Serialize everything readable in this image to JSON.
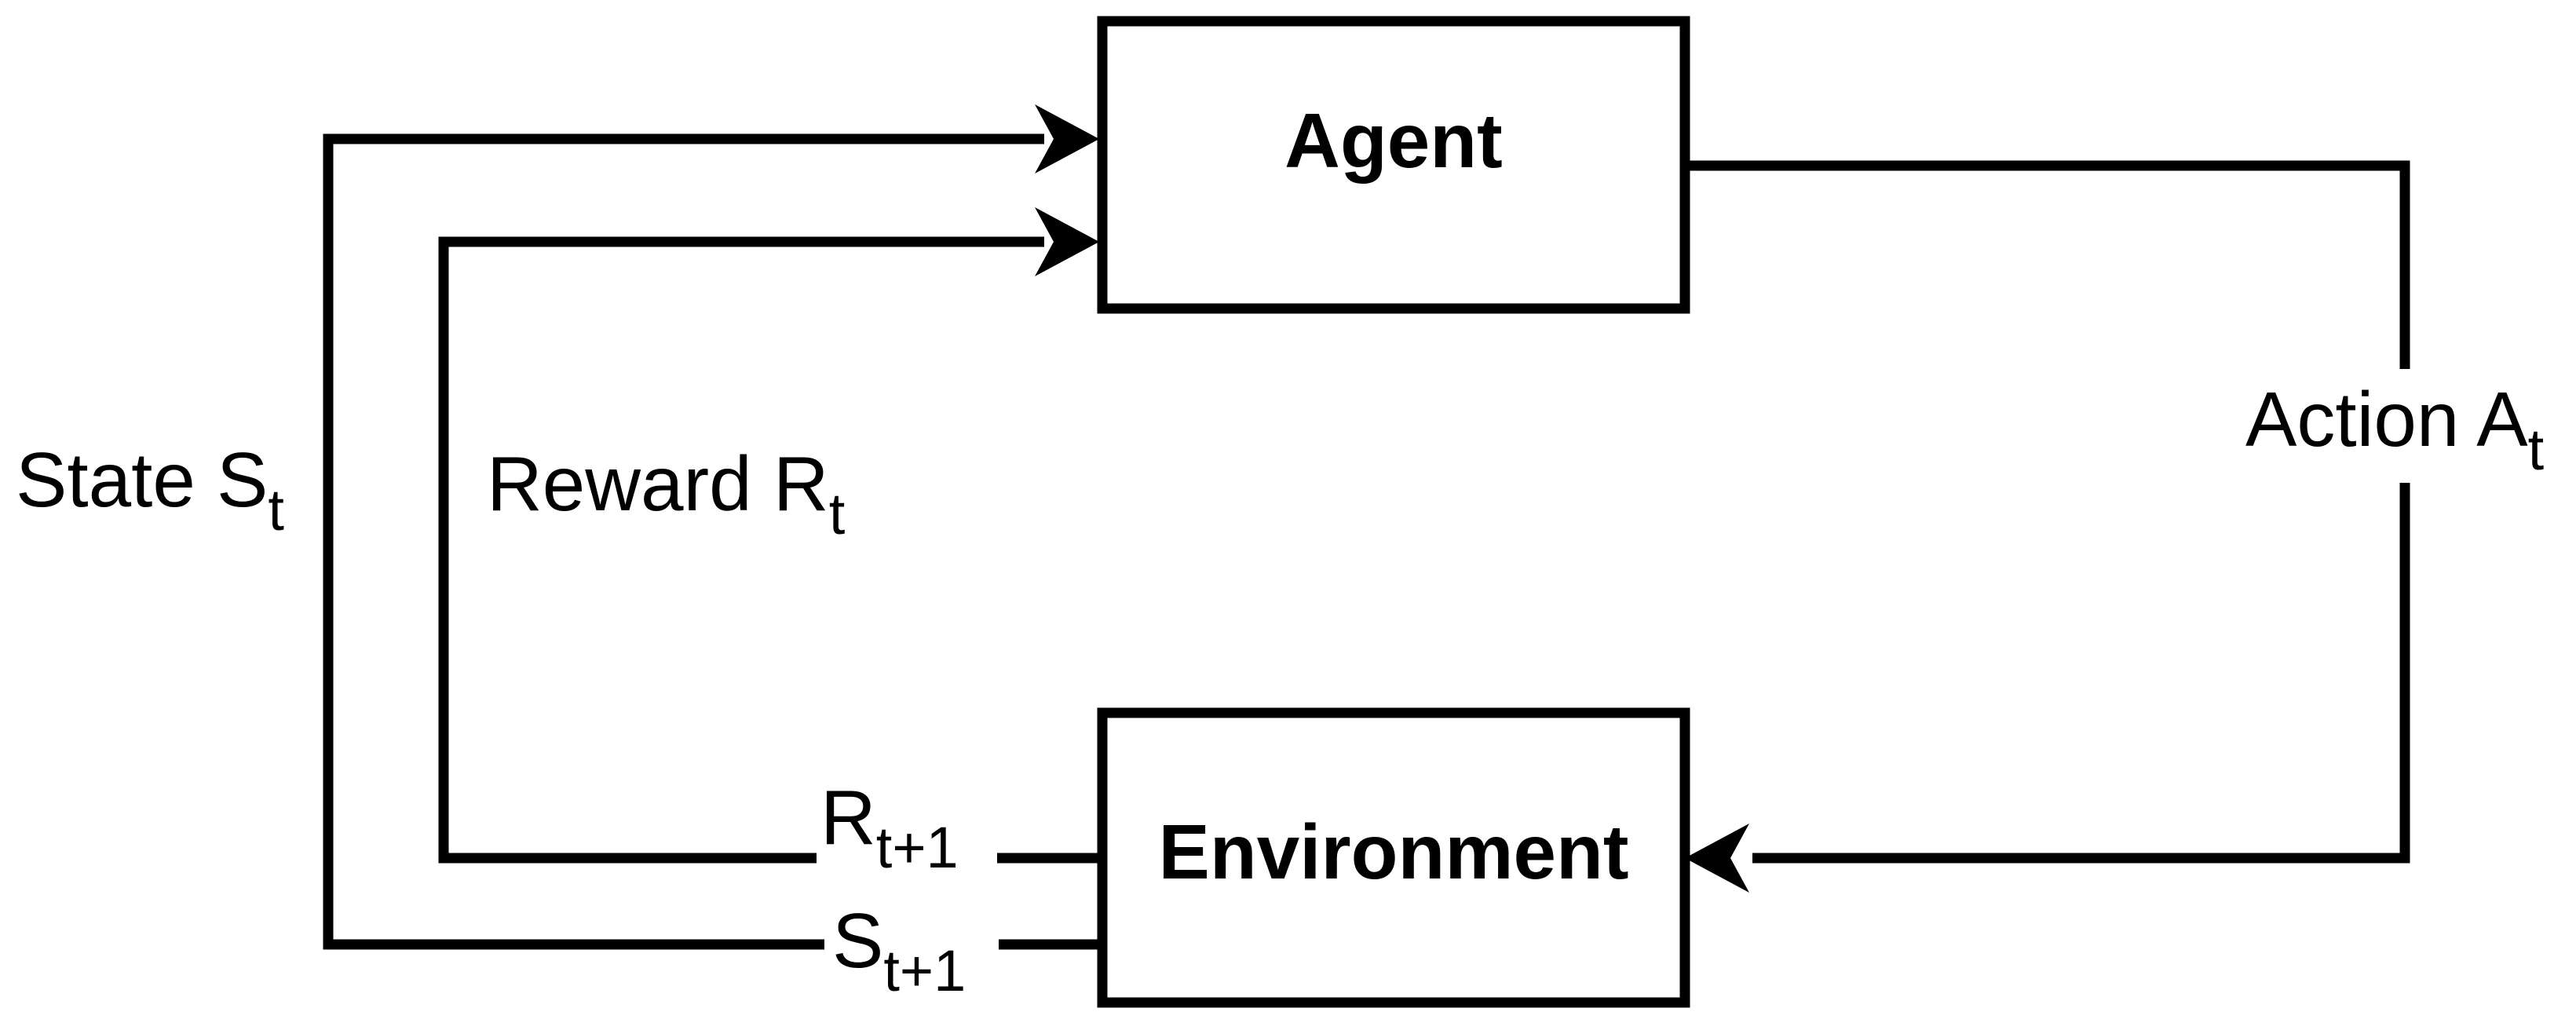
{
  "nodes": {
    "agent": {
      "label": "Agent"
    },
    "environment": {
      "label": "Environment"
    }
  },
  "edges": {
    "state": {
      "main": "State S",
      "sub": "t"
    },
    "reward": {
      "main": "Reward R",
      "sub": "t"
    },
    "action": {
      "main": "Action A",
      "sub": "t"
    },
    "next_reward": {
      "main": "R",
      "sub": "t+1"
    },
    "next_state": {
      "main": "S",
      "sub": "t+1"
    }
  }
}
